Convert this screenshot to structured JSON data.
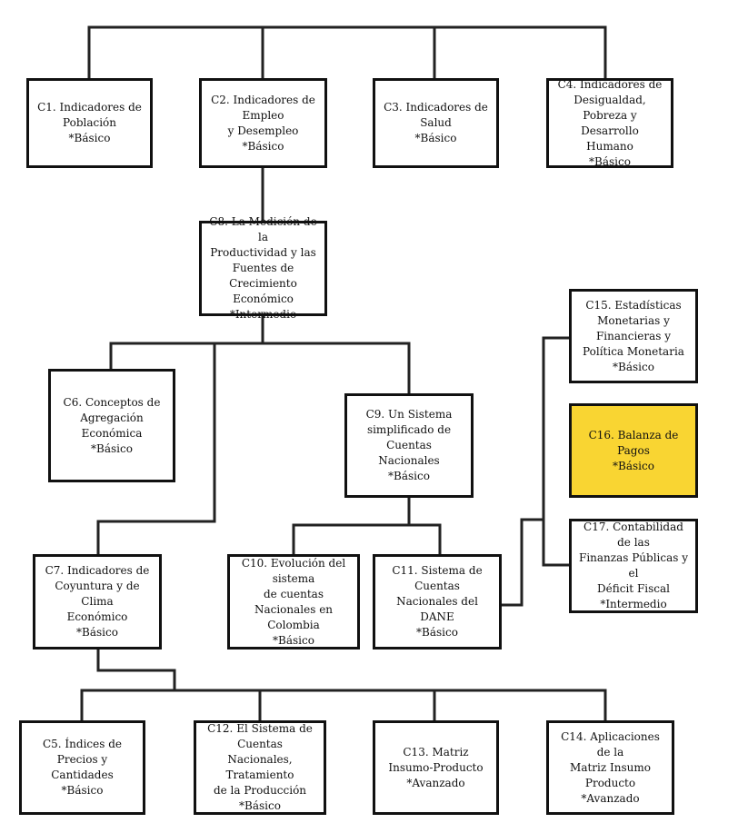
{
  "colors": {
    "line": "#222222",
    "border": "#111111",
    "highlight": "#f9d532"
  },
  "nodes": {
    "c1": {
      "lines": [
        "C1. Indicadores de",
        "Población"
      ],
      "level": "*Básico"
    },
    "c2": {
      "lines": [
        "C2. Indicadores de Empleo",
        "y Desempleo"
      ],
      "level": "*Básico"
    },
    "c3": {
      "lines": [
        "C3. Indicadores de Salud"
      ],
      "level": "*Básico"
    },
    "c4": {
      "lines": [
        "C4. Indicadores de",
        "Desigualdad, Pobreza y",
        "Desarrollo Humano"
      ],
      "level": "*Básico"
    },
    "c8": {
      "lines": [
        "C8. La Medición de la",
        "Productividad y las",
        "Fuentes de Crecimiento",
        "Económico"
      ],
      "level": "*Intermedio"
    },
    "c6": {
      "lines": [
        "C6. Conceptos de",
        "Agregación Económica"
      ],
      "level": "*Básico"
    },
    "c9": {
      "lines": [
        "C9. Un Sistema",
        "simplificado de Cuentas",
        "Nacionales"
      ],
      "level": "*Básico"
    },
    "c15": {
      "lines": [
        "C15. Estadísticas",
        "Monetarias y Financieras y",
        "Política Monetaria"
      ],
      "level": "*Básico"
    },
    "c16": {
      "lines": [
        "C16. Balanza de Pagos"
      ],
      "level": "*Básico"
    },
    "c17": {
      "lines": [
        "C17. Contabilidad de las",
        "Finanzas Públicas y el",
        "Déficit Fiscal"
      ],
      "level": "*Intermedio"
    },
    "c7": {
      "lines": [
        "C7. Indicadores de",
        "Coyuntura y de Clima",
        "Económico"
      ],
      "level": "*Básico"
    },
    "c10": {
      "lines": [
        "C10. Evolución del sistema",
        "de cuentas Nacionales en",
        "Colombia"
      ],
      "level": "*Básico"
    },
    "c11": {
      "lines": [
        "C11. Sistema de Cuentas",
        "Nacionales del DANE"
      ],
      "level": "*Básico"
    },
    "c5": {
      "lines": [
        "C5. Índices de Precios y",
        "Cantidades"
      ],
      "level": "*Básico"
    },
    "c12": {
      "lines": [
        "C12. El Sistema de Cuentas",
        "Nacionales, Tratamiento",
        "de la Producción"
      ],
      "level": "*Básico"
    },
    "c13": {
      "lines": [
        "C13. Matriz",
        "Insumo-Producto"
      ],
      "level": "*Avanzado"
    },
    "c14": {
      "lines": [
        "C14. Aplicaciones de la",
        "Matriz Insumo Producto"
      ],
      "level": "*Avanzado"
    }
  }
}
